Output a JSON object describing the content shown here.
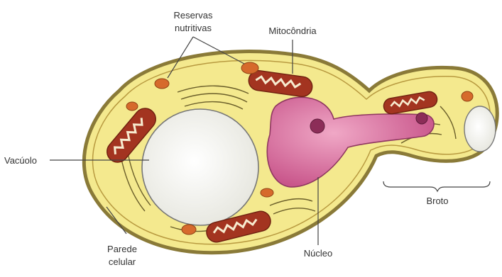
{
  "labels": {
    "reservas_line1": "Reservas",
    "reservas_line2": "nutritivas",
    "mitocondria": "Mitocôndria",
    "vacuolo": "Vacúolo",
    "broto": "Broto",
    "parede_line1": "Parede",
    "parede_line2": "celular",
    "nucleo": "Núcleo"
  },
  "colors": {
    "background": "#ffffff",
    "cell_wall": "#8a7a38",
    "cytoplasm": "#f4e98e",
    "nucleus": "#cc5a8f",
    "mitochondria": "#a33420",
    "mitochondria_inner": "#f7ecd0",
    "reserves": "#d66a2c",
    "vacuole": "#f7f7f2",
    "leader_lines": "#444444"
  },
  "icons": [
    "yeast-cell-illustration"
  ]
}
